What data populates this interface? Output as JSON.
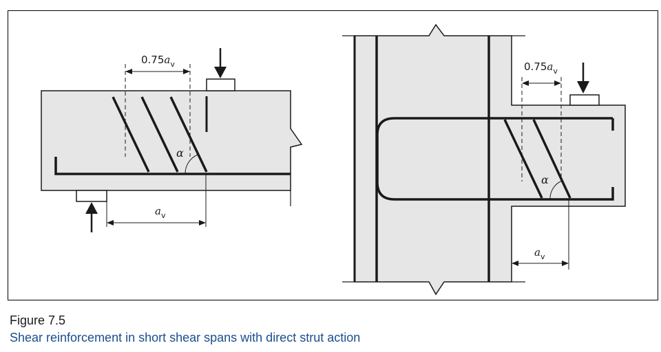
{
  "caption": {
    "number": "Figure 7.5",
    "title": "Shear reinforcement in short shear spans with direct strut action"
  },
  "left_diagram": {
    "dim_top": {
      "prefix": "0.75",
      "var": "a",
      "sub": "v"
    },
    "dim_bottom": {
      "var": "a",
      "sub": "v"
    },
    "angle": "α"
  },
  "right_diagram": {
    "dim_top": {
      "prefix": "0.75",
      "var": "a",
      "sub": "v"
    },
    "dim_bottom": {
      "var": "a",
      "sub": "v"
    },
    "angle": "α"
  },
  "colors": {
    "concrete": "#e6e6e6",
    "steel": "#1a1a1a",
    "caption_title": "#1a4e8c"
  }
}
